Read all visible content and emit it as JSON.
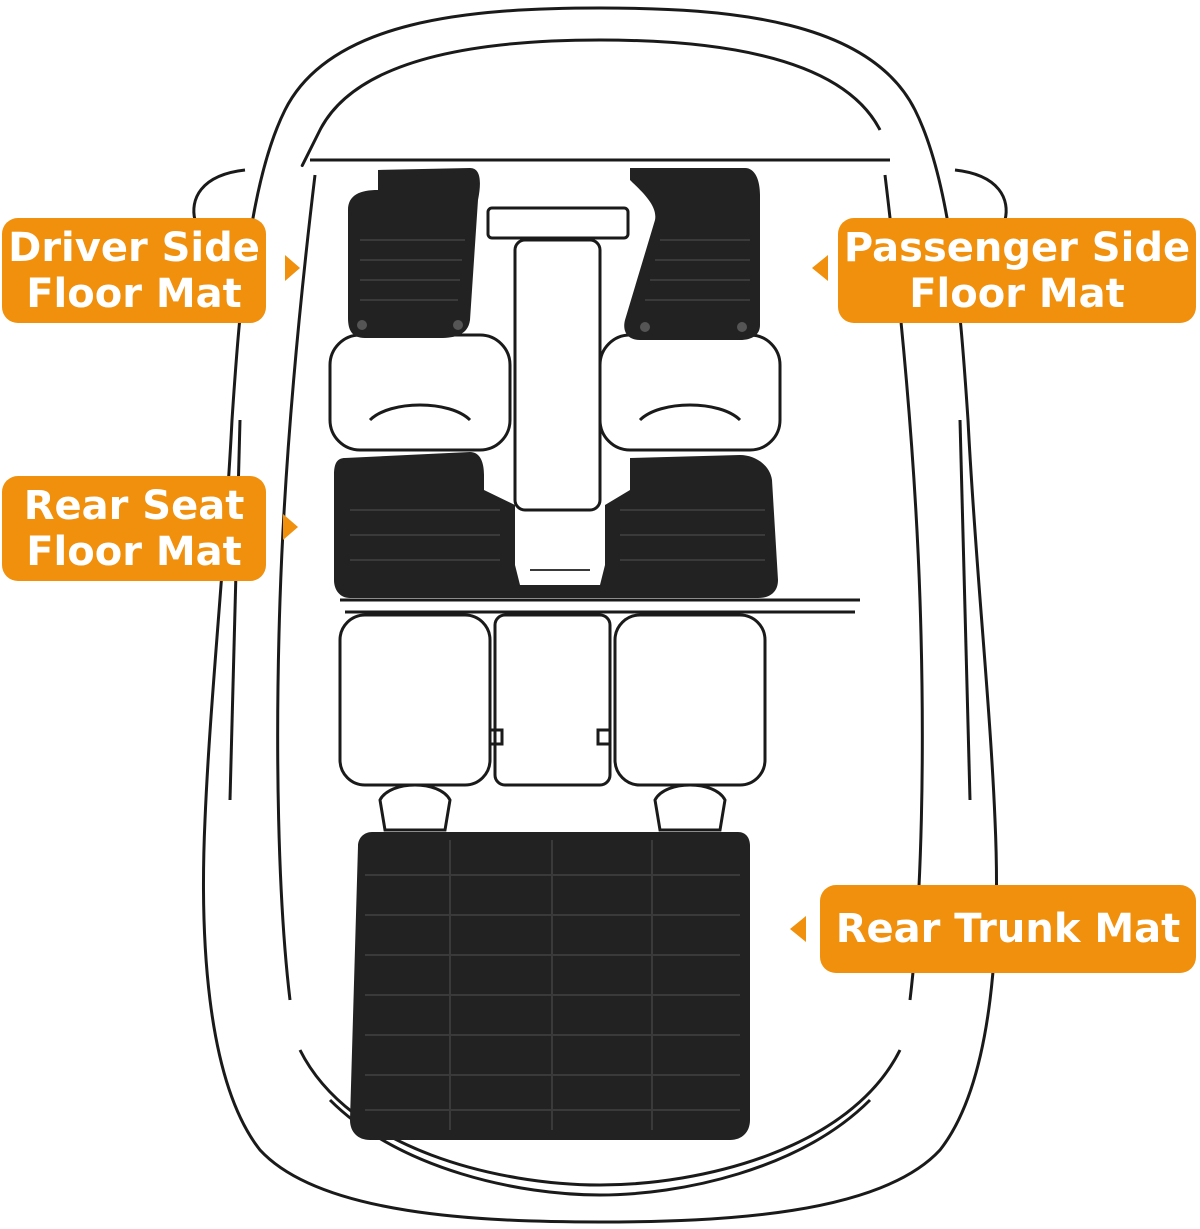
{
  "callouts": {
    "driver": {
      "line1": "Driver Side",
      "line2": "Floor Mat"
    },
    "passenger": {
      "line1": "Passenger Side",
      "line2": "Floor Mat"
    },
    "rear_seat": {
      "line1": "Rear Seat",
      "line2": "Floor Mat"
    },
    "trunk": {
      "line1": "Rear Trunk Mat"
    }
  },
  "colors": {
    "callout": "#f0900c",
    "outline": "#1a1a1a",
    "mat": "#222222",
    "mat_ridge": "#3a3a3a",
    "background": "#ffffff"
  }
}
